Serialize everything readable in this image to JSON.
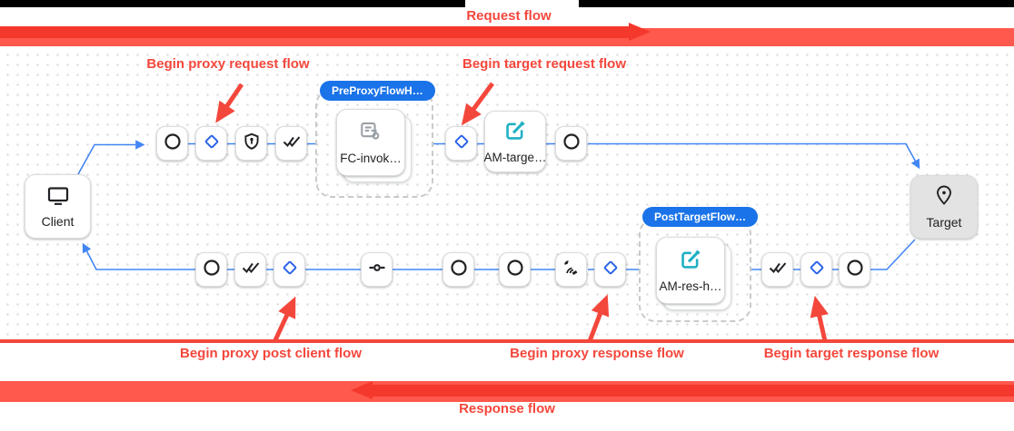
{
  "banners": {
    "request_flow_label": "Request flow",
    "response_flow_label": "Response flow"
  },
  "annotations": {
    "proxy_request": "Begin proxy request flow",
    "target_request": "Begin target request flow",
    "proxy_post_client": "Begin proxy post client flow",
    "proxy_response": "Begin proxy response flow",
    "target_response": "Begin target response flow"
  },
  "badges": {
    "pre_proxy_flow_hook": "PreProxyFlowH…",
    "post_target_flow_hook": "PostTargetFlow…"
  },
  "nodes": {
    "client_label": "Client",
    "target_label": "Target",
    "fc_invoke_label": "FC-invok…",
    "am_target_label": "AM-targe…",
    "am_response_label": "AM-res-h…"
  },
  "icons": {
    "client": "monitor-icon",
    "target": "location-pin-icon",
    "steps": [
      "circle-step-icon",
      "diamond-condition-icon",
      "shield-lock-icon",
      "double-check-icon",
      "commit-icon",
      "signal-waves-icon"
    ],
    "policies": [
      "flow-callout-icon",
      "edit-square-icon"
    ]
  },
  "colors": {
    "annotation_red": "#f4473c",
    "bar_red": "#ff584c",
    "arrow_red": "#f4382b",
    "badge_blue": "#1a73e8",
    "edge_blue": "#4285f4",
    "diamond_blue": "#2b63e8",
    "policy_teal": "#1fb0c4",
    "icon_gray": "#9aa0a6",
    "target_fill_gray": "#e2e3e2"
  }
}
